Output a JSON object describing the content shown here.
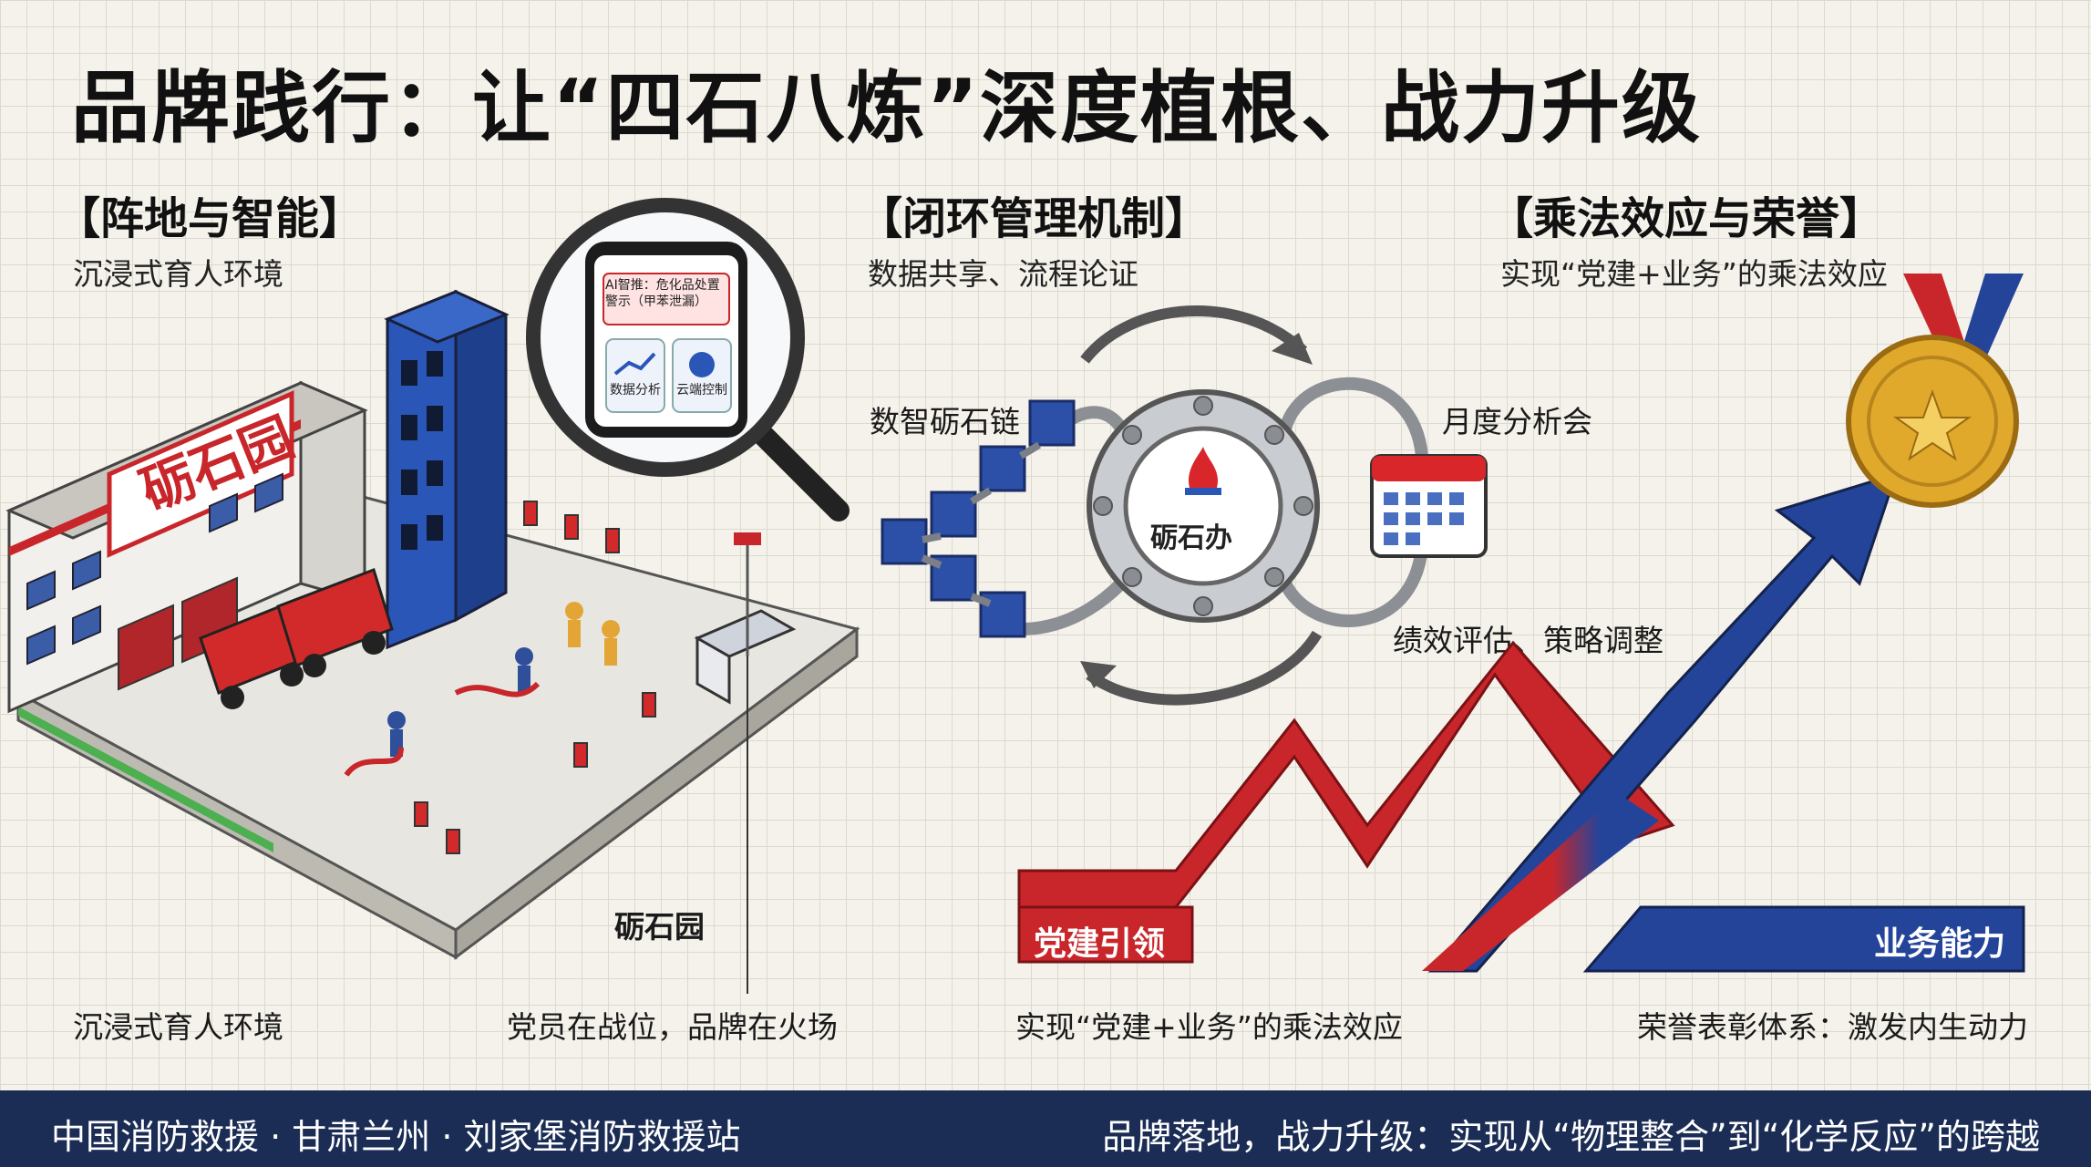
{
  "title": "品牌践行：让“四石八炼”深度植根、战力升级",
  "sections": {
    "left": {
      "title": "【阵地与智能】",
      "subtitle": "沉浸式育人环境",
      "building_sign": "砺石园",
      "phone": {
        "alert": "AI智推：危化品处置警示（甲苯泄漏）",
        "btn1": "数据分析",
        "btn2": "云端控制"
      },
      "callout": "砺石园",
      "caption_left": "沉浸式育人环境",
      "caption_right": "党员在战位，品牌在火场"
    },
    "middle": {
      "title": "【闭环管理机制】",
      "subtitle": "数据共享、流程论证",
      "chain_label": "数智砺石链",
      "hub_label": "砺石办",
      "meeting_label": "月度分析会",
      "eval_label": "绩效评估、策略调整",
      "caption": "实现“党建+业务”的乘法效应"
    },
    "right": {
      "title": "【乘法效应与荣誉】",
      "subtitle": "实现“党建+业务”的乘法效应",
      "bar_left": "党建引领",
      "bar_right": "业务能力",
      "caption": "荣誉表彰体系：激发内生动力"
    }
  },
  "footer": {
    "left": "中国消防救援 · 甘肃兰州 · 刘家堡消防救援站",
    "right": "品牌落地，战力升级：实现从“物理整合”到“化学反应”的跨越"
  },
  "colors": {
    "navy": "#1b2d55",
    "red": "#c8262a",
    "blue": "#24449a",
    "gold": "#e1a92b"
  }
}
